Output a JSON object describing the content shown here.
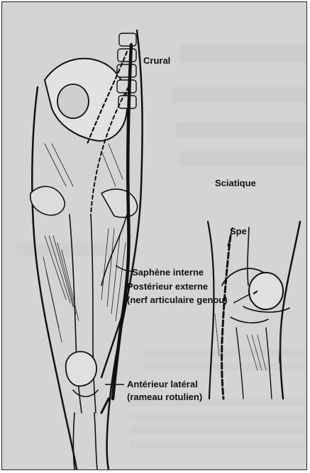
{
  "labels": {
    "crural": "Crural",
    "sciatique": "Sciatique",
    "spe": "Spe",
    "saphene_interne": "Saphène interne",
    "posterieur_externe_line1": "Postérieur externe",
    "posterieur_externe_line2": "(nerf articulaire genou)",
    "anterieur_lateral_line1": "Antérieur latéral",
    "anterieur_lateral_line2": "(rameau rotulien)"
  },
  "colors": {
    "background": "#d4d4d4",
    "ink": "#111111",
    "border": "#222222"
  }
}
